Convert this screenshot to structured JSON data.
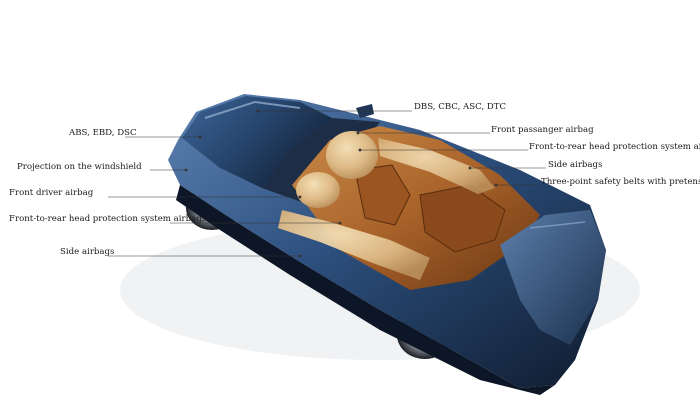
{
  "labels": {
    "dbs": "DBS, CBC, ASC, DTC",
    "abs": "ABS, EBD, DSC",
    "front_passenger_airbag": "Front passanger airbag",
    "head_protection_right": "Front-to-rear head protection system airbags",
    "side_airbags_right": "Side airbags",
    "projection": "Projection on the windshield",
    "seat_belts": "Three-point safety belts with pretensioner",
    "front_driver_airbag": "Front driver airbag",
    "head_protection_left": "Front-to-rear head protection system airbags",
    "side_airbags_left": "Side airbags"
  },
  "colors": {
    "body_blue": "#2c4f7d",
    "body_dark": "#0f1b2e",
    "interior_tan": "#b36a2c",
    "airbag": "#e0bf8a",
    "leader": "#333333"
  }
}
